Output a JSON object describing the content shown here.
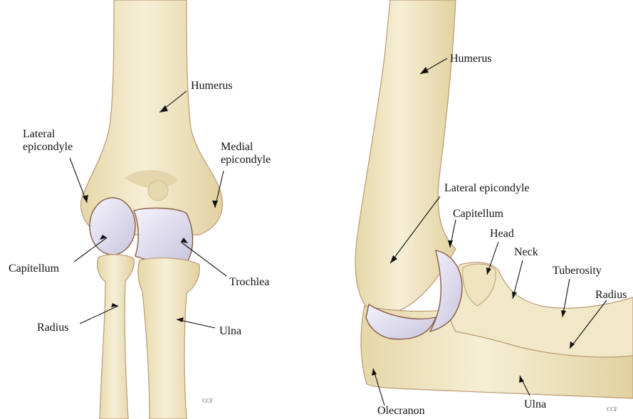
{
  "labels": {
    "anterior": {
      "humerus": "Humerus",
      "lateral_epicondyle": "Lateral\nepicondyle",
      "medial_epicondyle": "Medial\nepicondyle",
      "capitellum": "Capitellum",
      "trochlea": "Trochlea",
      "radius": "Radius",
      "ulna": "Ulna"
    },
    "lateral": {
      "humerus": "Humerus",
      "lateral_epicondyle": "Lateral epicondyle",
      "capitellum": "Capitellum",
      "head": "Head",
      "neck": "Neck",
      "tuberosity": "Tuberosity",
      "radius": "Radius",
      "olecranon": "Olecranon",
      "ulna": "Ulna"
    }
  },
  "signature": {
    "left": "CCF",
    "right": "CCF"
  },
  "colors": {
    "bone": "#f0e6c4",
    "bone_shadow": "#d9c89a",
    "cartilage": "#d9d6ea",
    "outline": "#8a5a45",
    "pointer": "#111111"
  }
}
